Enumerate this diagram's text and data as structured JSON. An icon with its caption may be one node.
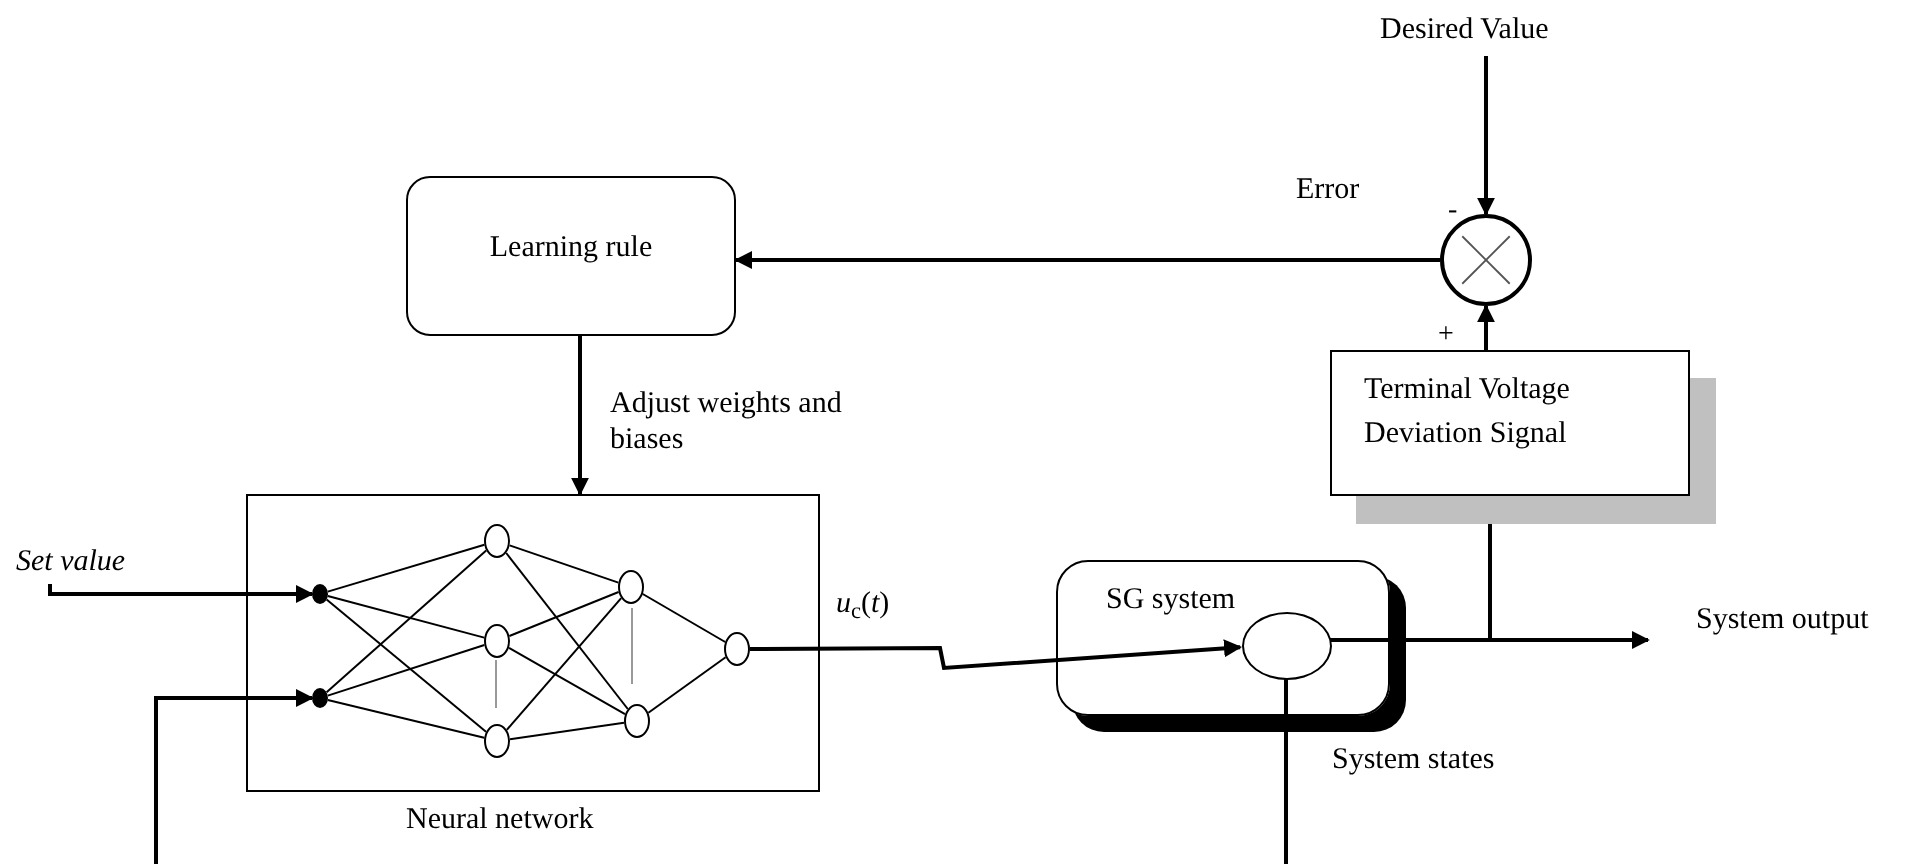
{
  "diagram": {
    "nodes": [
      {
        "text": [
          "Desired Value"
        ]
      },
      {
        "text": [
          "Learning rule"
        ]
      },
      {
        "text": [],
        "shape": "circle"
      },
      {
        "text": [
          "Terminal Voltage Deviation Signal"
        ]
      },
      {
        "text": [
          "Neural network"
        ]
      },
      {
        "text": [
          "Set value"
        ]
      },
      {
        "text": [],
        "shape": "dot",
        "in": 4
      },
      {
        "text": [],
        "shape": "dot",
        "in": 4
      },
      {
        "text": [],
        "shape": "ellipse",
        "in": 4
      },
      {
        "text": [],
        "shape": "ellipse",
        "in": 4
      },
      {
        "text": [],
        "shape": "ellipse",
        "in": 4
      },
      {
        "text": [],
        "shape": "ellipse",
        "in": 4
      },
      {
        "text": [],
        "shape": "ellipse",
        "in": 4
      },
      {
        "text": [],
        "shape": "ellipse",
        "in": 4
      },
      {
        "text": [
          "SG system"
        ]
      },
      {
        "text": [],
        "shape": "ellipse",
        "in": 14
      },
      {
        "text": [
          "System output"
        ]
      }
    ],
    "edges": [
      {
        "from": 0,
        "to": 2,
        "arrow": "to"
      },
      {
        "from": 3,
        "to": 2,
        "arrow": "to"
      },
      {
        "from": 2,
        "to": 1,
        "arrow": "to",
        "label": "Error"
      },
      {
        "from": 1,
        "to": 4,
        "arrow": "to",
        "label": "Adjust weights and biases"
      },
      {
        "from": 5,
        "to": 6,
        "arrow": "to"
      },
      {
        "from": null,
        "to": 7,
        "arrow": "to"
      },
      {
        "from": 6,
        "to": 8,
        "arrow": "none"
      },
      {
        "from": 6,
        "to": 9,
        "arrow": "none"
      },
      {
        "from": 6,
        "to": 10,
        "arrow": "none"
      },
      {
        "from": 7,
        "to": 8,
        "arrow": "none"
      },
      {
        "from": 7,
        "to": 9,
        "arrow": "none"
      },
      {
        "from": 7,
        "to": 10,
        "arrow": "none"
      },
      {
        "from": 8,
        "to": 11,
        "arrow": "none"
      },
      {
        "from": 8,
        "to": 12,
        "arrow": "none"
      },
      {
        "from": 9,
        "to": 11,
        "arrow": "none"
      },
      {
        "from": 9,
        "to": 12,
        "arrow": "none"
      },
      {
        "from": 10,
        "to": 11,
        "arrow": "none"
      },
      {
        "from": 10,
        "to": 12,
        "arrow": "none"
      },
      {
        "from": 11,
        "to": 13,
        "arrow": "none"
      },
      {
        "from": 12,
        "to": 13,
        "arrow": "none"
      },
      {
        "from": 13,
        "to": 15,
        "arrow": "to",
        "label": "*u*$_{c}$(*t*)"
      },
      {
        "from": 15,
        "to": 16,
        "arrow": "to"
      },
      {
        "from": 15,
        "to": 3,
        "arrow": "to"
      },
      {
        "from": 15,
        "to": null,
        "arrow": "none",
        "label": "System states"
      }
    ],
    "labels": [
      "-",
      "+"
    ]
  }
}
